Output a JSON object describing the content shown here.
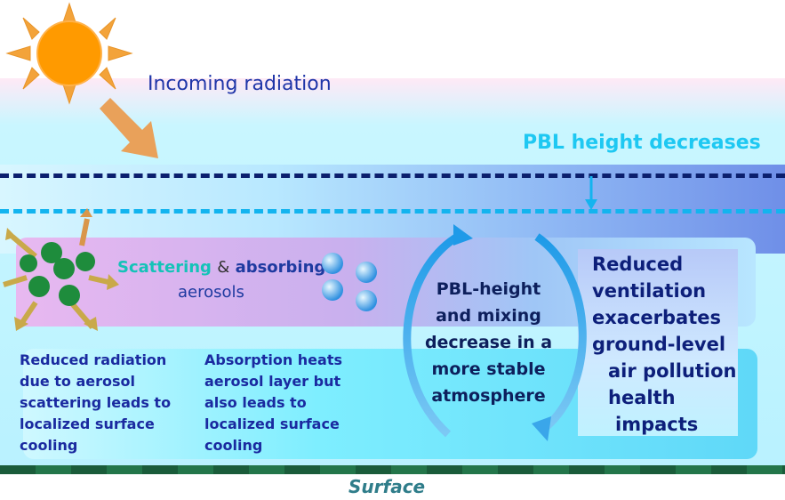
{
  "labels": {
    "incoming": "Incoming radiation",
    "pbl_decrease": "PBL height decreases",
    "scattering": "Scattering",
    "amp": "&",
    "absorbing": "absorbing",
    "aerosols": "aerosols",
    "surface": "Surface"
  },
  "left_paragraph": [
    "Reduced radiation",
    "due to aerosol",
    "scattering leads to",
    "localized surface",
    "cooling"
  ],
  "mid_paragraph": [
    "Absorption heats",
    "aerosol layer but",
    "also leads to",
    "localized surface",
    "cooling"
  ],
  "cycle_text": [
    "PBL-height",
    "and mixing",
    "decrease in a",
    "more stable",
    "atmosphere"
  ],
  "right_text": [
    "Reduced",
    "ventilation",
    "exacerbates",
    "ground-level",
    "air pollution",
    "health",
    "impacts"
  ],
  "colors": {
    "sun": "#ff9a00",
    "sun_rays": "#f3a33a",
    "scatter_particles": "#1e8c3c",
    "absorb_particles": "#3aa0e8",
    "old_pbl_line": "#0b1f6e",
    "new_pbl_line": "#13b4ef"
  }
}
